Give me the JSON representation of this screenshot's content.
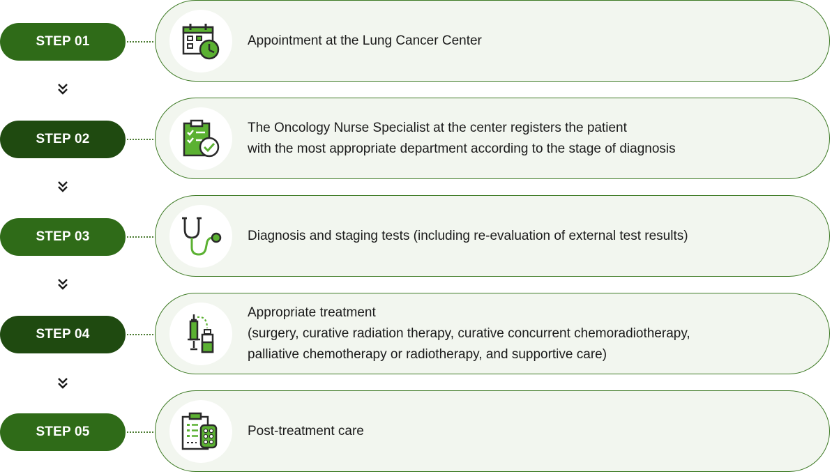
{
  "steps": [
    {
      "label": "STEP 01",
      "lines": [
        "Appointment at the Lung Cancer Center"
      ],
      "icon": "calendar-clock-icon"
    },
    {
      "label": "STEP 02",
      "lines": [
        "The Oncology Nurse Specialist at the center registers the patient",
        "with the most appropriate department according to the stage of diagnosis"
      ],
      "icon": "clipboard-check-icon"
    },
    {
      "label": "STEP 03",
      "lines": [
        "Diagnosis and staging tests (including re-evaluation of external test results)"
      ],
      "icon": "stethoscope-icon"
    },
    {
      "label": "STEP 04",
      "lines": [
        "Appropriate treatment",
        "(surgery, curative radiation therapy, curative concurrent chemoradiotherapy,",
        "palliative chemotherapy or radiotherapy, and supportive care)"
      ],
      "icon": "syringe-vial-icon"
    },
    {
      "label": "STEP 05",
      "lines": [
        "Post-treatment care"
      ],
      "icon": "clipboard-pills-icon"
    }
  ],
  "colors": {
    "pill_light": "#2f6b18",
    "pill_dark": "#1f4a10",
    "card_border": "#3d7a24",
    "card_bg": "#f2f6ef",
    "icon_accent": "#5bb132"
  }
}
